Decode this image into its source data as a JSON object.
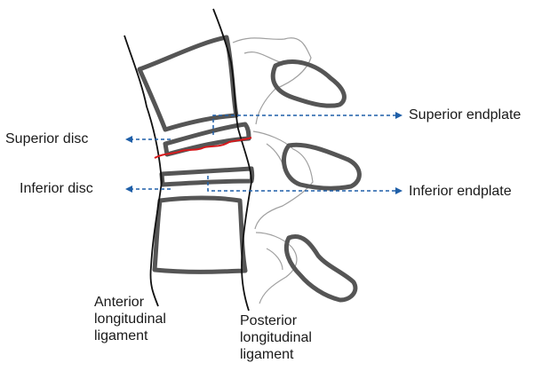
{
  "labels": {
    "superior_disc": "Superior disc",
    "inferior_disc": "Inferior disc",
    "superior_endplate": "Superior endplate",
    "inferior_endplate": "Inferior endplate",
    "anterior_ligament": [
      "Anterior",
      "longitudinal",
      "ligament"
    ],
    "posterior_ligament": [
      "Posterior",
      "longitudinal",
      "ligament"
    ]
  },
  "colors": {
    "bone_outline": "#555555",
    "ligament_line": "#111111",
    "fracture_line": "#d7191c",
    "arrow": "#1f5fa8",
    "process_outline": "#9a9a9a"
  }
}
